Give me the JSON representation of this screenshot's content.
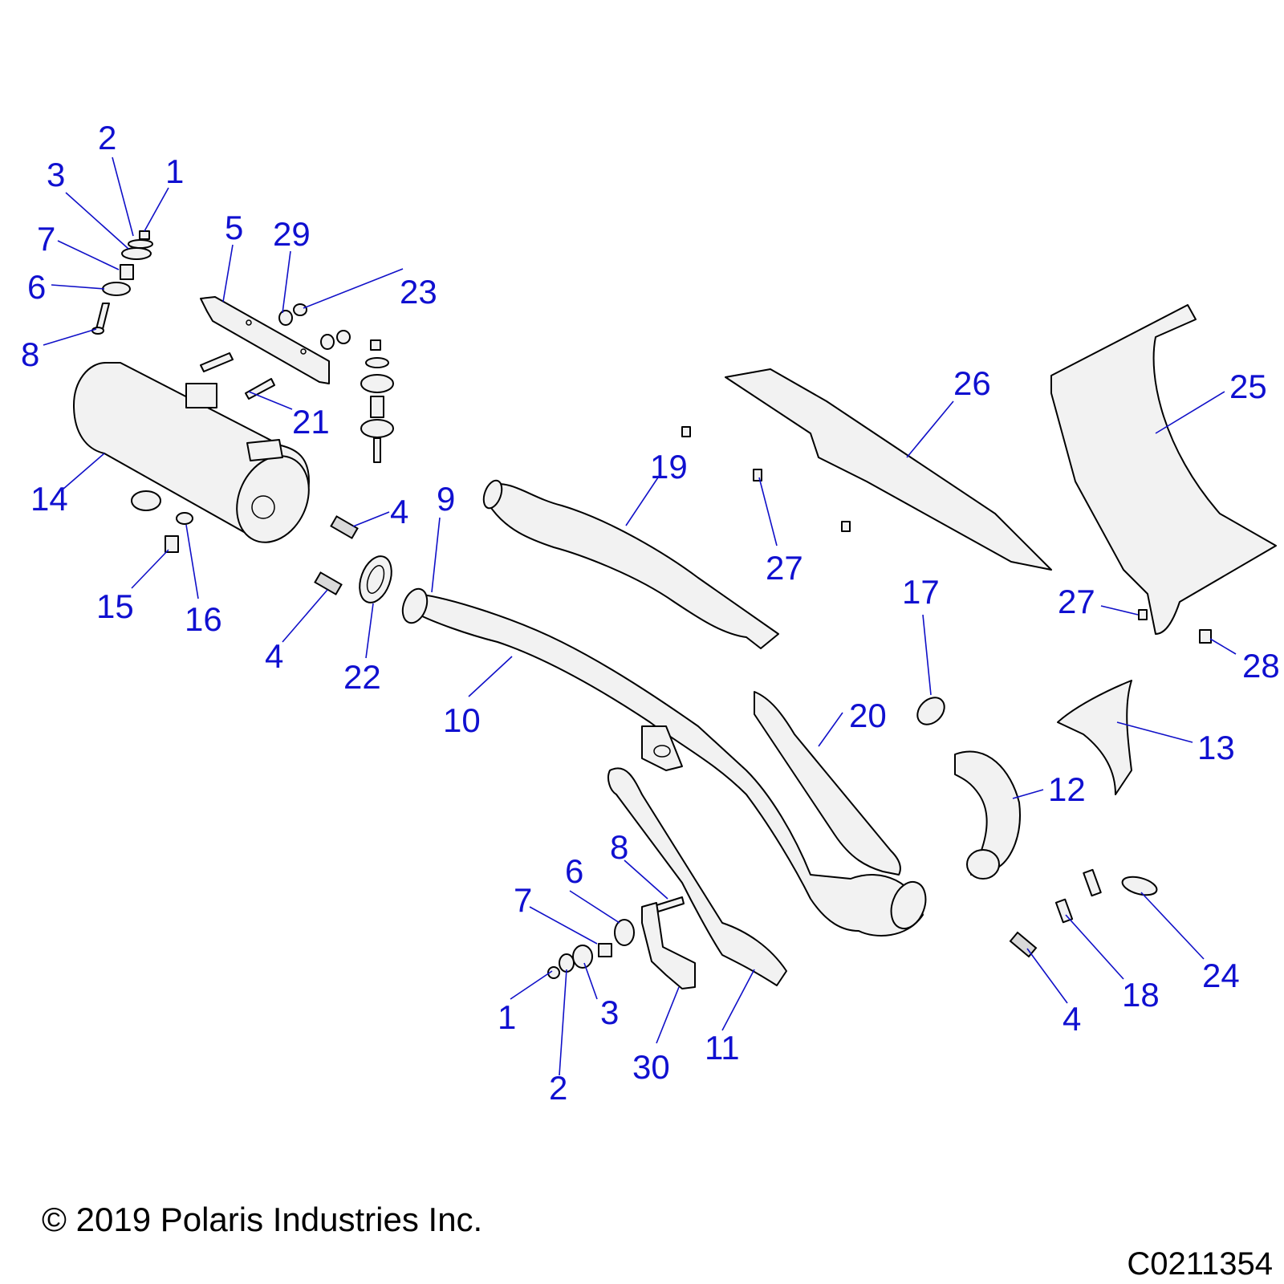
{
  "copyright": "© 2019 Polaris Industries Inc.",
  "drawing_number": "C0211354",
  "callouts": [
    {
      "label": "2"
    },
    {
      "label": "1"
    },
    {
      "label": "3"
    },
    {
      "label": "7"
    },
    {
      "label": "6"
    },
    {
      "label": "8"
    },
    {
      "label": "5"
    },
    {
      "label": "29"
    },
    {
      "label": "23"
    },
    {
      "label": "21"
    },
    {
      "label": "14"
    },
    {
      "label": "4"
    },
    {
      "label": "15"
    },
    {
      "label": "16"
    },
    {
      "label": "4"
    },
    {
      "label": "22"
    },
    {
      "label": "9"
    },
    {
      "label": "10"
    },
    {
      "label": "19"
    },
    {
      "label": "26"
    },
    {
      "label": "25"
    },
    {
      "label": "27"
    },
    {
      "label": "17"
    },
    {
      "label": "27"
    },
    {
      "label": "28"
    },
    {
      "label": "20"
    },
    {
      "label": "13"
    },
    {
      "label": "12"
    },
    {
      "label": "8"
    },
    {
      "label": "6"
    },
    {
      "label": "7"
    },
    {
      "label": "1"
    },
    {
      "label": "3"
    },
    {
      "label": "2"
    },
    {
      "label": "30"
    },
    {
      "label": "11"
    },
    {
      "label": "4"
    },
    {
      "label": "18"
    },
    {
      "label": "24"
    }
  ]
}
